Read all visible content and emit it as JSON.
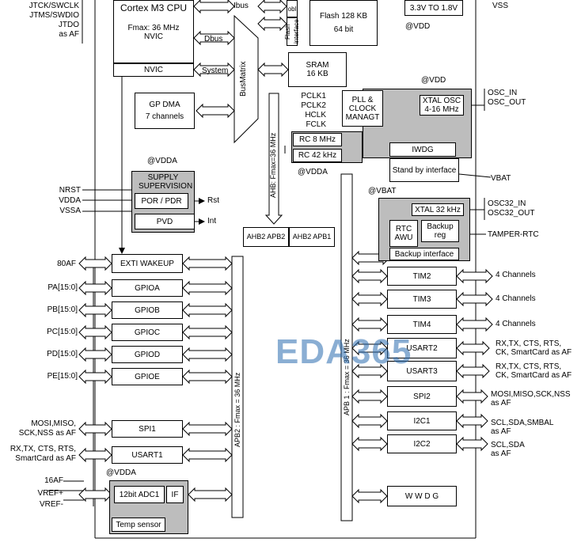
{
  "left_pins": {
    "jtag": [
      "JTCK/SWCLK",
      "JTMS/SWDIO",
      "JTDO",
      "as AF"
    ],
    "reset": [
      "NRST",
      "VDDA",
      "VSSA"
    ],
    "af80": "80AF",
    "ports": [
      "PA[15:0]",
      "PB[15:0]",
      "PC[15:0]",
      "PD[15:0]",
      "PE[15:0]"
    ],
    "spi1_pins": [
      "MOSI,MISO,",
      "SCK,NSS as AF"
    ],
    "usart1_pins": [
      "RX,TX, CTS, RTS,",
      "SmartCard as AF"
    ],
    "adc_pins": [
      "16AF",
      "VREF+",
      "VREF-"
    ]
  },
  "core": {
    "cpu_line1": "Cortex M3 CPU",
    "cpu_line2": "Fmax: 36 MHz",
    "cpu_line3": "NVIC",
    "nvic": "NVIC",
    "ibus": "Ibus",
    "dbus": "Dbus",
    "system": "System",
    "obl": "obl",
    "flash_if": "Flash interface",
    "flash_line1": "Flash 128 KB",
    "flash_line2": "64 bit",
    "busmatrix": "BusMatrix",
    "sram_line1": "SRAM",
    "sram_line2": "16 KB",
    "gpdma_line1": "GP DMA",
    "gpdma_line2": "7 channels"
  },
  "power": {
    "reg": "3.3V TO 1.8V",
    "vss": "VSS",
    "vdd": "@VDD",
    "vdd2": "@VDD",
    "vdda1": "@VDDA",
    "vdda2": "@VDDA",
    "vdda3": "@VDDA",
    "vbat": "@VBAT",
    "vbat_pin": "VBAT",
    "supply_title": "SUPPLY SUPERVISION",
    "por": "POR / PDR",
    "pvd": "PVD",
    "rst": "Rst",
    "int": "Int"
  },
  "clock": {
    "pclk1": "PCLK1",
    "pclk2": "PCLK2",
    "hclk": "HCLK",
    "fclk": "FCLK",
    "pll": "PLL & CLOCK MANAGT",
    "xtal": "XTAL OSC 4-16 MHz",
    "osc_in": "OSC_IN",
    "osc_out": "OSC_OUT",
    "rc8": "RC 8 MHz",
    "rc42": "RC 42 kHz",
    "iwdg": "IWDG",
    "standby": "Stand by interface"
  },
  "backup": {
    "xtal32": "XTAL 32 kHz",
    "osc32_in": "OSC32_IN",
    "osc32_out": "OSC32_OUT",
    "rtc": "RTC AWU",
    "backup_reg": "Backup reg",
    "tamper": "TAMPER-RTC",
    "backup_if": "Backup interface"
  },
  "buses": {
    "ahb": "AHB: Fmax=36 MHz",
    "ahb2apb2": "AHB2 APB2",
    "ahb2apb1": "AHB2 APB1",
    "apb2": "APB2 : Fmax = 36 MHz",
    "apb1": "APB 1 : Fmax = 36 MHz"
  },
  "apb2_blocks": {
    "exti": "EXTI WAKEUP",
    "gpioa": "GPIOA",
    "gpiob": "GPIOB",
    "gpioc": "GPIOC",
    "gpiod": "GPIOD",
    "gpioe": "GPIOE",
    "spi1": "SPI1",
    "usart1": "USART1",
    "adc": "12bit ADC1",
    "if": "IF",
    "temp": "Temp sensor"
  },
  "apb1_blocks": {
    "tim2": "TIM2",
    "tim3": "TIM3",
    "tim4": "TIM4",
    "usart2": "USART2",
    "usart3": "USART3",
    "spi2": "SPI2",
    "i2c1": "I2C1",
    "i2c2": "I2C2",
    "wwdg": "W W D G"
  },
  "right_pins": {
    "tim2": "4 Channels",
    "tim3": "4 Channels",
    "tim4": "4 Channels",
    "usart2": [
      "RX,TX, CTS, RTS,",
      "CK, SmartCard as AF"
    ],
    "usart3": [
      "RX,TX, CTS, RTS,",
      "CK, SmartCard as AF"
    ],
    "spi2": [
      "MOSI,MISO,SCK,NSS",
      "as AF"
    ],
    "i2c1": [
      "SCL,SDA,SMBAL",
      "as AF"
    ],
    "i2c2": [
      "SCL,SDA",
      "as AF"
    ]
  },
  "watermark": "EDA365"
}
